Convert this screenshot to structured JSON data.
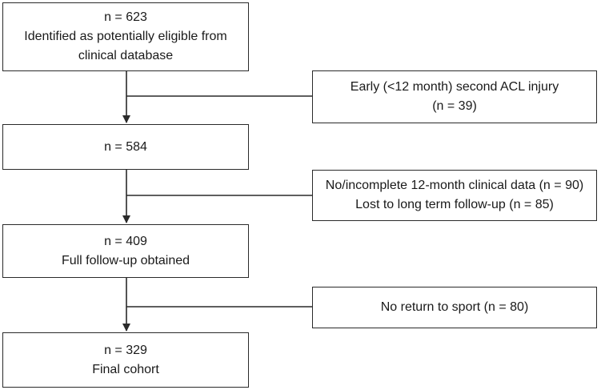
{
  "main_boxes": [
    {
      "lines": [
        "n = 623",
        "Identified as potentially eligible from",
        "clinical database"
      ]
    },
    {
      "lines": [
        "n = 584"
      ]
    },
    {
      "lines": [
        "n = 409",
        "Full follow-up obtained"
      ]
    },
    {
      "lines": [
        "n = 329",
        "Final cohort"
      ]
    }
  ],
  "exclusion_boxes": [
    {
      "lines": [
        "Early (<12 month) second ACL injury",
        "(n = 39)"
      ]
    },
    {
      "lines": [
        "No/incomplete 12-month clinical data (n = 90)",
        "Lost to long term follow-up (n = 85)"
      ]
    },
    {
      "lines": [
        "No return to sport (n = 80)"
      ]
    }
  ],
  "colors": {
    "stroke": "#2a2a2a",
    "text": "#1a1a1a",
    "background": "#ffffff"
  }
}
